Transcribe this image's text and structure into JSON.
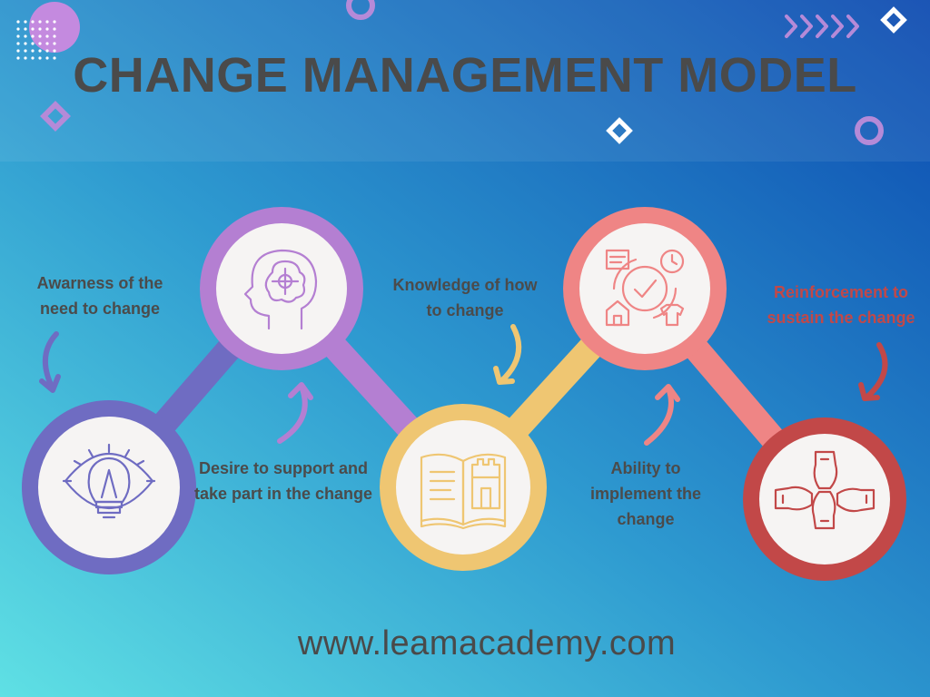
{
  "title": "CHANGE MANAGEMENT MODEL",
  "steps": [
    {
      "label": "Awarness of the need to change",
      "icon": "lightbulb-eye-icon",
      "color": "#6f6cc2"
    },
    {
      "label": "Desire to support and take part in the change",
      "icon": "brain-head-icon",
      "color": "#b47fd2"
    },
    {
      "label": "Knowledge of how to change",
      "icon": "open-book-castle-icon",
      "color": "#efc672"
    },
    {
      "label": "Ability to implement the change",
      "icon": "checkmark-cycle-icon",
      "color": "#ef8585"
    },
    {
      "label": "Reinforcement to sustain the change",
      "icon": "joined-hands-icon",
      "color": "#c24848"
    }
  ],
  "website": "www.leamacademy.com"
}
